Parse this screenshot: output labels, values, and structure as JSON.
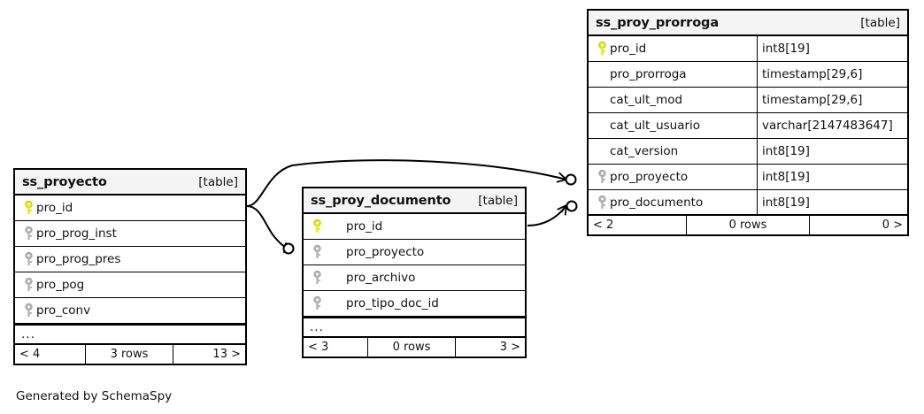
{
  "diagram": {
    "caption": "Generated by SchemaSpy",
    "kind_label": "[table]",
    "ellipsis": "...",
    "key_icons": {
      "primary": "primary-key-icon",
      "foreign": "foreign-key-icon"
    },
    "colors": {
      "primary_key": "#e8e800",
      "foreign_key": "#b3b3b3",
      "header_background": "#f4f4f4",
      "border": "#000000",
      "edge": "#000000",
      "background": "#ffffff"
    }
  },
  "tables": [
    {
      "id": "ss_proyecto",
      "name": "ss_proyecto",
      "kind": "[table]",
      "columns": [
        {
          "name": "pro_id",
          "type": "",
          "key": "primary"
        },
        {
          "name": "pro_prog_inst",
          "type": "",
          "key": "foreign"
        },
        {
          "name": "pro_prog_pres",
          "type": "",
          "key": "foreign"
        },
        {
          "name": "pro_pog",
          "type": "",
          "key": "foreign"
        },
        {
          "name": "pro_conv",
          "type": "",
          "key": "foreign"
        }
      ],
      "has_more": true,
      "footer": {
        "left": "< 4",
        "center": "3 rows",
        "right": "13 >"
      }
    },
    {
      "id": "ss_proy_documento",
      "name": "ss_proy_documento",
      "kind": "[table]",
      "columns": [
        {
          "name": "pro_id",
          "type": "",
          "key": "primary"
        },
        {
          "name": "pro_proyecto",
          "type": "",
          "key": "foreign"
        },
        {
          "name": "pro_archivo",
          "type": "",
          "key": "foreign"
        },
        {
          "name": "pro_tipo_doc_id",
          "type": "",
          "key": "foreign"
        }
      ],
      "has_more": true,
      "footer": {
        "left": "< 3",
        "center": "0 rows",
        "right": "3 >"
      }
    },
    {
      "id": "ss_proy_prorroga",
      "name": "ss_proy_prorroga",
      "kind": "[table]",
      "columns": [
        {
          "name": "pro_id",
          "type": "int8[19]",
          "key": "primary"
        },
        {
          "name": "pro_prorroga",
          "type": "timestamp[29,6]",
          "key": "none"
        },
        {
          "name": "cat_ult_mod",
          "type": "timestamp[29,6]",
          "key": "none"
        },
        {
          "name": "cat_ult_usuario",
          "type": "varchar[2147483647]",
          "key": "none"
        },
        {
          "name": "cat_version",
          "type": "int8[19]",
          "key": "none"
        },
        {
          "name": "pro_proyecto",
          "type": "int8[19]",
          "key": "foreign"
        },
        {
          "name": "pro_documento",
          "type": "int8[19]",
          "key": "foreign"
        }
      ],
      "has_more": false,
      "footer": {
        "left": "< 2",
        "center": "0 rows",
        "right": "0 >"
      }
    }
  ],
  "relationships": [
    {
      "from": "ss_proyecto.pro_id",
      "to": "ss_proy_prorroga.pro_proyecto",
      "cardinality": "zero-or-many"
    },
    {
      "from": "ss_proyecto.pro_id",
      "to": "ss_proy_documento.pro_proyecto",
      "cardinality": "zero-or-many"
    },
    {
      "from": "ss_proy_documento.pro_id",
      "to": "ss_proy_prorroga.pro_documento",
      "cardinality": "zero-or-many"
    }
  ]
}
